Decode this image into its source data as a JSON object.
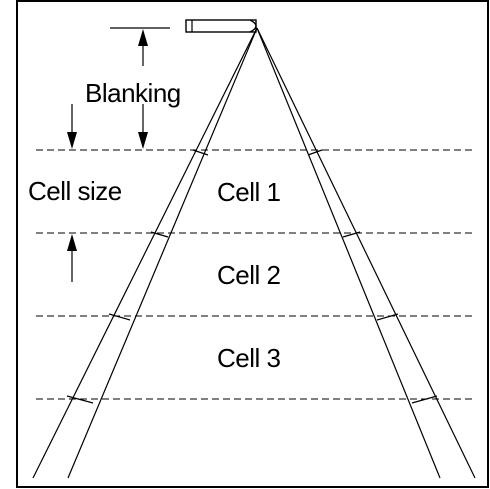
{
  "labels": {
    "blanking": "Blanking",
    "cell_size": "Cell size",
    "cells": [
      "Cell 1",
      "Cell 2",
      "Cell 3"
    ]
  },
  "colors": {
    "background": "#ffffff",
    "line": "#000000"
  }
}
